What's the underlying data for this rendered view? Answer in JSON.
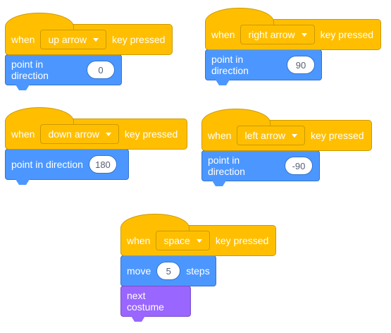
{
  "scripts": [
    {
      "when": "when",
      "key": "up arrow",
      "key_pressed": "key pressed",
      "action": "point in direction",
      "value": "0"
    },
    {
      "when": "when",
      "key": "right arrow",
      "key_pressed": "key pressed",
      "action": "point in direction",
      "value": "90"
    },
    {
      "when": "when",
      "key": "down arrow",
      "key_pressed": "key pressed",
      "action": "point in direction",
      "value": "180"
    },
    {
      "when": "when",
      "key": "left arrow",
      "key_pressed": "key pressed",
      "action": "point in direction",
      "value": "-90"
    },
    {
      "when": "when",
      "key": "space",
      "key_pressed": "key pressed",
      "move": "move",
      "steps_value": "5",
      "steps": "steps",
      "costume": "next costume"
    }
  ],
  "colors": {
    "events": "#FFBF00",
    "motion": "#4C97FF",
    "looks": "#9966FF"
  }
}
